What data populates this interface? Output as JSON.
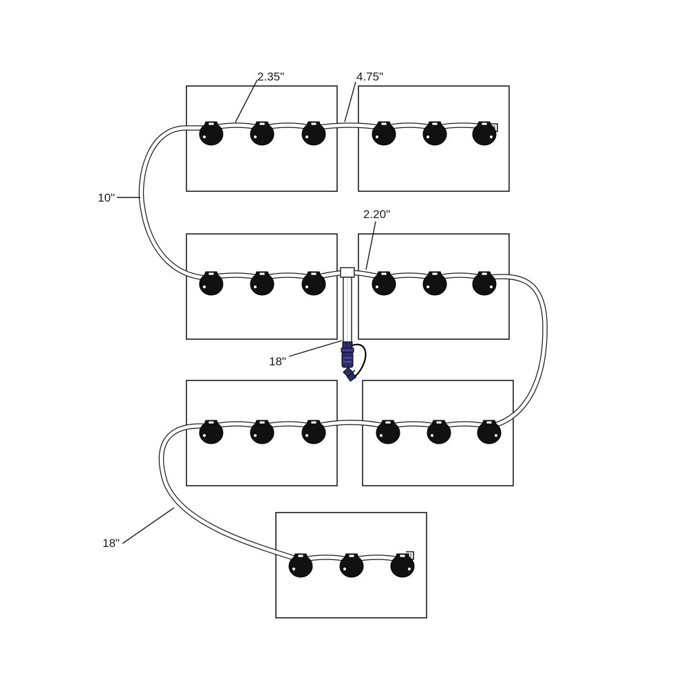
{
  "colors": {
    "outline": "#1a1a1a",
    "valve": "#111111",
    "tube_fill": "#ffffff",
    "connector": "#2b2d6e"
  },
  "labels": {
    "top_left_segment": "2.35\"",
    "top_bridge": "4.75\"",
    "left_loop": "10\"",
    "middle_bridge": "2.20\"",
    "fill_tube": "18\"",
    "bottom_loop": "18\""
  }
}
